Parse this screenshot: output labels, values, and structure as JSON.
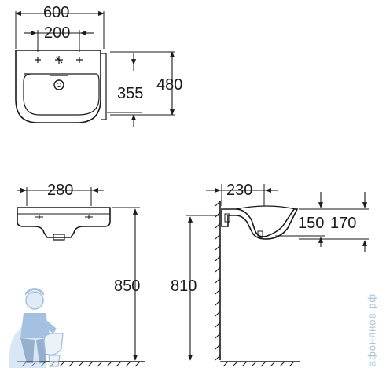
{
  "top_view": {
    "width_overall": "600",
    "tap_spacing": "200",
    "depth_bowl": "355",
    "depth_overall": "480"
  },
  "front_view": {
    "width_bracket": "280",
    "height_rim": "850"
  },
  "side_view": {
    "projection": "230",
    "drop_bowl": "150",
    "drop_overall": "170",
    "height_fixing": "810"
  },
  "watermark": {
    "text": "афонянов.рф"
  },
  "colors": {
    "line": "#1a1a1a",
    "hatch": "#1a1a1a",
    "mascot_blue": "#5b8fc9",
    "mascot_light": "#b9d3ee"
  }
}
